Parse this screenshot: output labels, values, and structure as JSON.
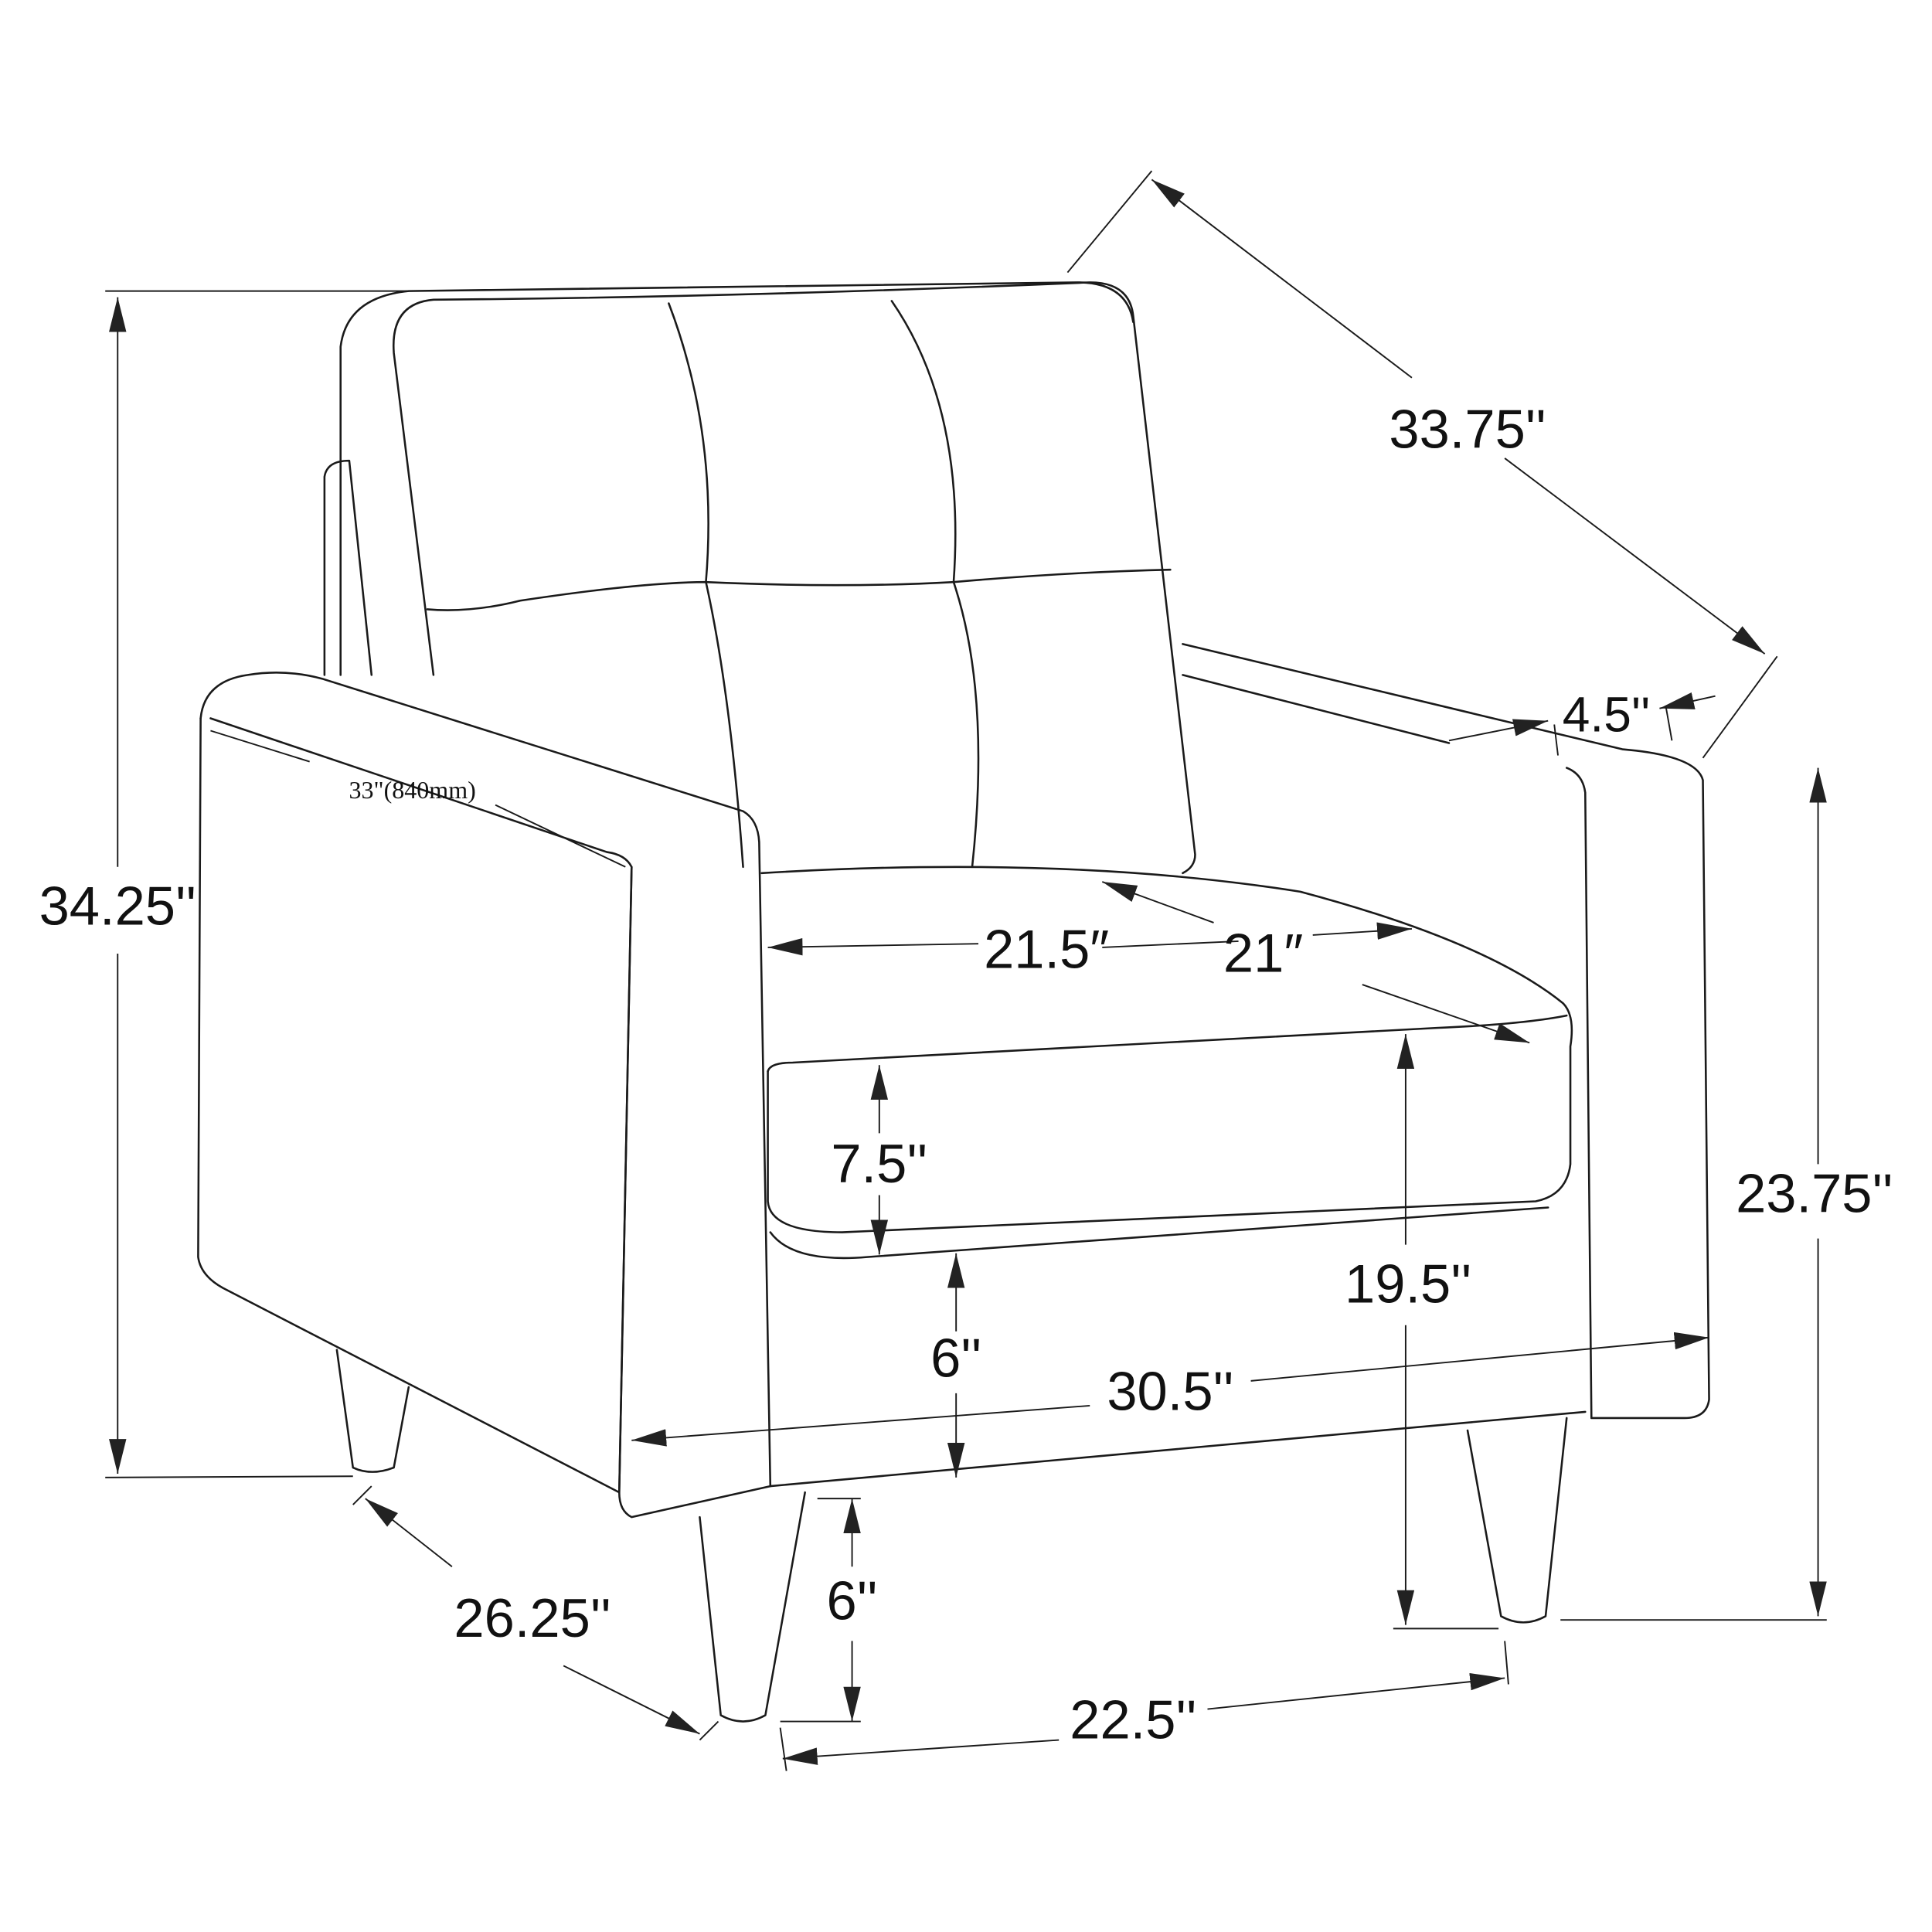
{
  "diagram": {
    "title": "Accent chair dimensions",
    "line_color": "#1a1a1a",
    "dimensions": {
      "overall_depth": "33.75''",
      "arm_width": "4.5''",
      "arm_length": "33\"(840mm)",
      "overall_height": "34.25''",
      "seat_width": "21.5″",
      "seat_depth": "21″",
      "cushion_thickness": "7.5''",
      "arm_height": "23.75''",
      "seat_height": "19.5''",
      "base_to_cushion": "6''",
      "overall_width": "30.5''",
      "side_depth": "26.25''",
      "leg_height": "6''",
      "leg_span": "22.5''"
    }
  }
}
